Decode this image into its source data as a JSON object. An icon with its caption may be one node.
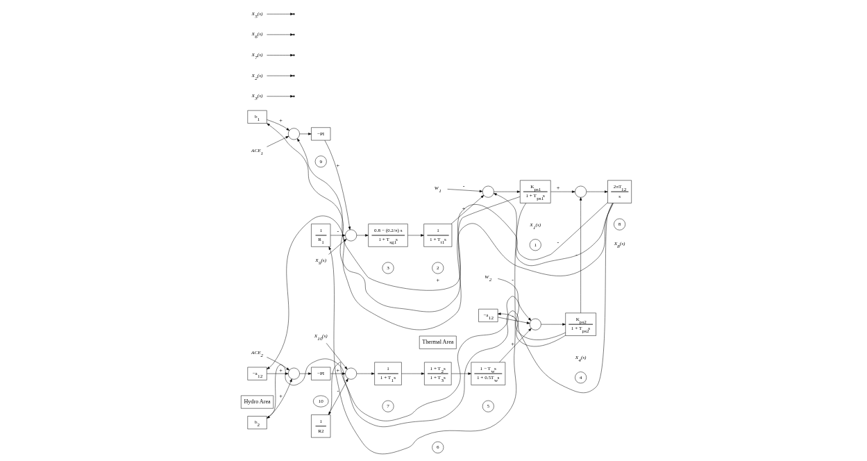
{
  "diagram": {
    "nodes": [
      {
        "text": [
          "b$_{1}$"
        ]
      },
      {
        "text": [],
        "shape": "circle"
      },
      {
        "text": [
          "9"
        ]
      },
      {
        "text": [
          "−PI"
        ]
      },
      {
        "text": [
          "1",
          "R$_{1}$"
        ]
      },
      {
        "text": [],
        "shape": "circle"
      },
      {
        "text": [
          "3"
        ]
      },
      {
        "text": [
          "0.8 − (0.2/π) s",
          "1 + T$_{sg1}$s"
        ]
      },
      {
        "text": [
          "2"
        ]
      },
      {
        "text": [
          "1",
          "1 + T$_{t1}$s"
        ]
      },
      {
        "text": [],
        "shape": "circle"
      },
      {
        "text": [
          "1"
        ]
      },
      {
        "text": [
          "K$_{ps1}$",
          "1 + T$_{ps1}$s"
        ]
      },
      {
        "text": [
          "Thermal Area"
        ]
      },
      {
        "text": [],
        "shape": "circle"
      },
      {
        "text": [
          "2πT$_{12}$",
          "s"
        ]
      },
      {
        "text": [
          "Hydro Area"
        ]
      },
      {
        "text": [
          "8"
        ]
      },
      {
        "text": [
          "−a$_{12}$"
        ]
      },
      {
        "text": [
          "−a$_{12}$"
        ]
      },
      {
        "text": [],
        "shape": "circle"
      },
      {
        "text": [
          "−PI"
        ]
      },
      {
        "text": [
          "10"
        ]
      },
      {
        "text": [],
        "shape": "circle"
      },
      {
        "text": [
          "1",
          "R2"
        ]
      },
      {
        "text": [
          "1",
          "1 + T$_{1}$s"
        ]
      },
      {
        "text": [
          "7"
        ]
      },
      {
        "text": [
          "1 + T$_{2}$s",
          "1 + T$_{3}$s"
        ]
      },
      {
        "text": [
          "6"
        ]
      },
      {
        "text": [
          "1 − T$_{w}$s",
          "1 + 0.5T$_{w}$s"
        ]
      },
      {
        "text": [
          "5"
        ]
      },
      {
        "text": [],
        "shape": "circle"
      },
      {
        "text": [
          "K$_{ps2}$",
          "1 + T$_{ps2}$s"
        ]
      },
      {
        "text": [
          "4"
        ]
      },
      {
        "text": [
          "b$_{2}$"
        ]
      },
      {
        "text": [
          "ACE$_{1}$"
        ]
      },
      {
        "text": [
          "X$_{9}$(s)"
        ]
      },
      {
        "text": [
          "X$_{3}$(s)"
        ]
      },
      {
        "text": [
          "X$_{2}$(s)"
        ]
      },
      {
        "text": [
          "W$_{1}$"
        ]
      },
      {
        "text": [
          "ACE$_{2}$"
        ]
      },
      {
        "text": [
          "X$_{10}$(s)"
        ]
      },
      {
        "text": [
          "X$_{7}$(s)"
        ]
      },
      {
        "text": [
          "X$_{6}$(s)"
        ]
      },
      {
        "text": [
          "X$_{5}$(s)"
        ]
      },
      {
        "text": [
          "W$_{2}$"
        ]
      }
    ],
    "edges": [
      {
        "from": 12,
        "to": 0,
        "arrow": "to"
      },
      {
        "from": 12,
        "to": 4,
        "arrow": "to"
      },
      {
        "from": 12,
        "to": 14,
        "arrow": "to",
        "label": "+"
      },
      {
        "from": 0,
        "to": 1,
        "arrow": "to",
        "label": "+"
      },
      {
        "from": 1,
        "to": 3,
        "arrow": "to"
      },
      {
        "from": 3,
        "to": 5,
        "arrow": "to",
        "label": "+"
      },
      {
        "from": 4,
        "to": 5,
        "arrow": "to",
        "label": "-"
      },
      {
        "from": 5,
        "to": 7,
        "arrow": "to"
      },
      {
        "from": 7,
        "to": 9,
        "arrow": "to"
      },
      {
        "from": 9,
        "to": 10,
        "arrow": "to",
        "label": "+"
      },
      {
        "from": 10,
        "to": 12,
        "arrow": "to"
      },
      {
        "from": 14,
        "to": 15,
        "arrow": "to"
      },
      {
        "from": 15,
        "to": 1,
        "arrow": "to",
        "label": "+"
      },
      {
        "from": 15,
        "to": 18,
        "arrow": "to"
      },
      {
        "from": 15,
        "to": 10,
        "arrow": "to",
        "label": "-"
      },
      {
        "from": 15,
        "to": 19,
        "arrow": "to"
      },
      {
        "from": 18,
        "to": 20,
        "arrow": "to",
        "label": "+"
      },
      {
        "from": 19,
        "to": 31,
        "arrow": "to",
        "label": "-"
      },
      {
        "from": 20,
        "to": 21,
        "arrow": "to"
      },
      {
        "from": 21,
        "to": 23,
        "arrow": "to",
        "label": "+"
      },
      {
        "from": 24,
        "to": 23,
        "arrow": "to",
        "label": "-"
      },
      {
        "from": 23,
        "to": 25,
        "arrow": "to"
      },
      {
        "from": 25,
        "to": 27,
        "arrow": "to"
      },
      {
        "from": 27,
        "to": 29,
        "arrow": "to"
      },
      {
        "from": 29,
        "to": 31,
        "arrow": "to",
        "label": "+"
      },
      {
        "from": 31,
        "to": 32,
        "arrow": "to"
      },
      {
        "from": 32,
        "to": 14,
        "arrow": "to",
        "label": "-"
      },
      {
        "from": 32,
        "to": 34,
        "arrow": "to"
      },
      {
        "from": 32,
        "to": 24,
        "arrow": "to"
      },
      {
        "from": 34,
        "to": 20,
        "arrow": "to",
        "label": "+"
      },
      {
        "from": 35,
        "to": 1,
        "arrow": "to"
      },
      {
        "from": 36,
        "to": 5,
        "arrow": "to"
      },
      {
        "from": 37,
        "to": null,
        "arrow": "to"
      },
      {
        "from": 38,
        "to": null,
        "arrow": "to"
      },
      {
        "from": 39,
        "to": 10,
        "arrow": "to",
        "label": "-"
      },
      {
        "from": 40,
        "to": 20,
        "arrow": "to"
      },
      {
        "from": 41,
        "to": 23,
        "arrow": "to"
      },
      {
        "from": 42,
        "to": null,
        "arrow": "to"
      },
      {
        "from": 43,
        "to": null,
        "arrow": "to"
      },
      {
        "from": 44,
        "to": null,
        "arrow": "to"
      },
      {
        "from": 45,
        "to": 31,
        "arrow": "to",
        "label": "-"
      }
    ],
    "labels": [
      "X$_{1}$(s)",
      "X$_{8}$(s)",
      "X$_{4}$(s)"
    ]
  }
}
